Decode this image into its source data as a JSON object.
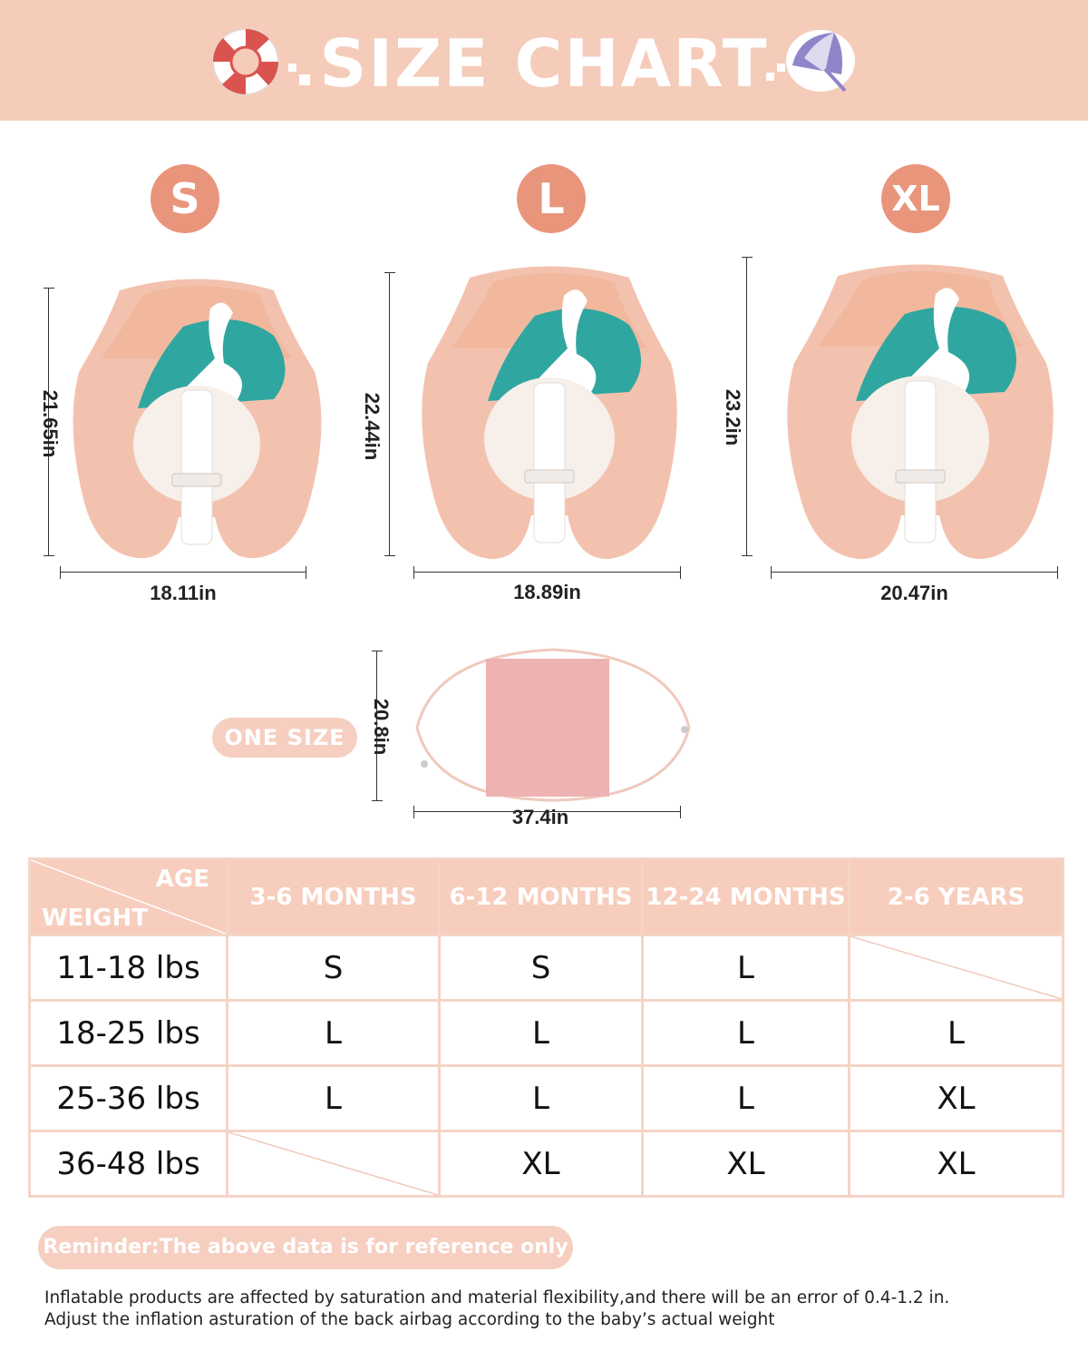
{
  "header": {
    "title": "SIZE CHART",
    "background_color": "#f5cbb9",
    "icons": [
      "lifebuoy-icon",
      "beach-umbrella-icon"
    ]
  },
  "sizes": [
    {
      "label": "S",
      "height": "21.65in",
      "width": "18.11in"
    },
    {
      "label": "L",
      "height": "22.44in",
      "width": "18.89in"
    },
    {
      "label": "XL",
      "height": "23.2in",
      "width": "20.47in"
    }
  ],
  "canopy": {
    "label": "ONE SIZE",
    "height": "20.8in",
    "width": "37.4in"
  },
  "table": {
    "age_header": "AGE",
    "weight_header": "WEIGHT",
    "columns": [
      "3-6 MONTHS",
      "6-12 MONTHS",
      "12-24 MONTHS",
      "2-6 YEARS"
    ],
    "rows": [
      {
        "weight": "11-18 lbs",
        "cells": [
          "S",
          "S",
          "L",
          ""
        ]
      },
      {
        "weight": "18-25 lbs",
        "cells": [
          "L",
          "L",
          "L",
          "L"
        ]
      },
      {
        "weight": "25-36 lbs",
        "cells": [
          "L",
          "L",
          "L",
          "XL"
        ]
      },
      {
        "weight": "36-48 lbs",
        "cells": [
          "",
          "XL",
          "XL",
          "XL"
        ]
      }
    ]
  },
  "reminder": "Reminder:The above data is for reference only",
  "notes": [
    "Inflatable products are affected by saturation and material flexibility,and there will be an error of 0.4-1.2 in.",
    "Adjust the inflation asturation of the back airbag according to the baby’s actual weight"
  ],
  "colors": {
    "accent": "#e9957c",
    "pink_light": "#f6cfc1",
    "float_body": "#f3c2ae",
    "teal": "#2fa7a0"
  }
}
